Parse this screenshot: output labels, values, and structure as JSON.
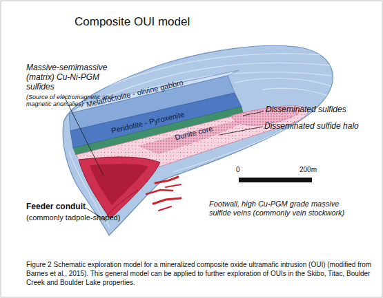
{
  "diagram": {
    "title": "Composite OUI model",
    "caption": "Figure 2 Schematic exploration model for a mineralized composite oxide ultramafic intrusion (OUI) (modified from Barnes et al., 2015). This general model can be applied to further exploration of OUIs in the Skibo, Titac, Boulder Creek and Boulder Lake properties.",
    "labels": [
      "Massive-semimassive (matrix) Cu-Ni-PGM sulfides",
      "(Source of electromagnetic and magnetic anomalies)",
      "Melatroctolite - olivine gabbro",
      "Peridotite - Pyroxenite",
      "Dunite core",
      "Disseminated sulfides",
      "Disseminated sulfide halo",
      "0",
      "200m",
      "Feeder conduit",
      "(commonly tadpole-shaped)",
      "Footwall, high Cu-PGM grade massive sulfide veins (commonly vein stockwork)"
    ]
  }
}
